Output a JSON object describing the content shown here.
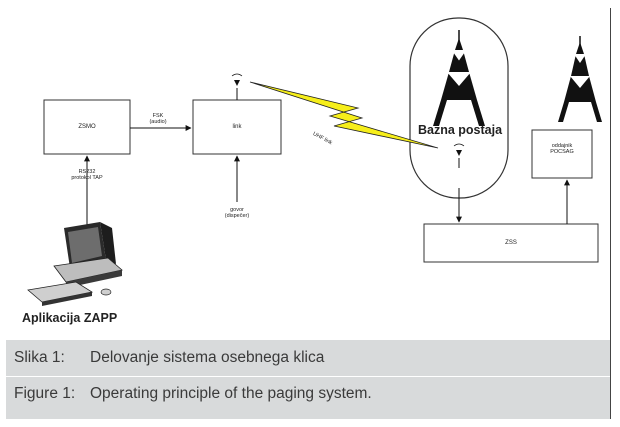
{
  "diagram": {
    "zsmo_label": "ZSMO",
    "fsk_label": "FSK\n(audio)",
    "link_label": "link",
    "rs232_label": "RS232\nprotokol TAP",
    "govor_label": "govor\n(dispečer)",
    "uhf_label": "UHF link",
    "bazna_label": "Bazna postaja",
    "oddajnik_label": "oddajnik\nPOCSAG",
    "zss_label": "ZSS",
    "zapp_label": "Aplikacija ZAPP"
  },
  "caption": {
    "sl_key": "Slika 1:",
    "sl_text": "Delovanje sistema osebnega klica",
    "en_key": "Figure 1:",
    "en_text": "Operating principle of the paging system."
  }
}
